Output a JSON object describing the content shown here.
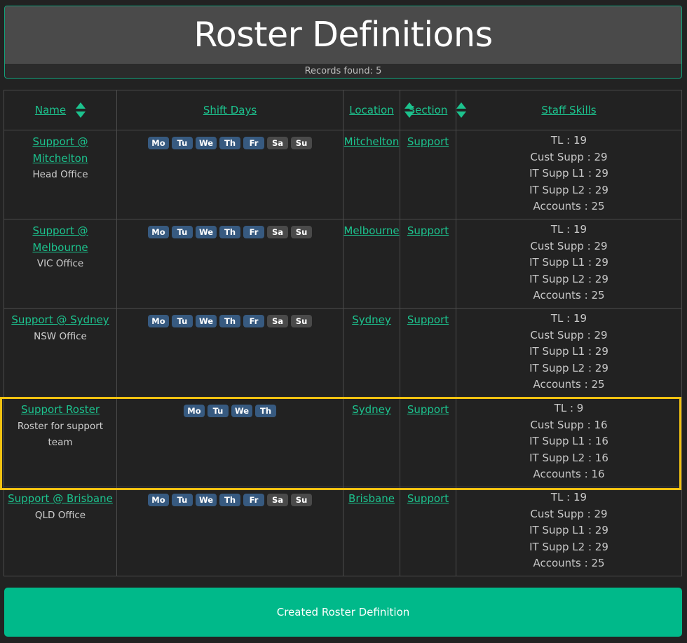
{
  "header": {
    "title": "Roster Definitions",
    "records_found": "Records found: 5"
  },
  "table": {
    "columns": {
      "name": "Name",
      "shift_days": "Shift Days",
      "location": "Location",
      "section": "Section",
      "staff_skills": "Staff Skills"
    },
    "day_labels": [
      "Mo",
      "Tu",
      "We",
      "Th",
      "Fr",
      "Sa",
      "Su"
    ],
    "rows": [
      {
        "name": "Support @ Mitchelton",
        "name_line1": "Support @",
        "name_line2": "Mitchelton",
        "description": "Head Office",
        "days": [
          "Mo",
          "Tu",
          "We",
          "Th",
          "Fr",
          "Sa",
          "Su"
        ],
        "days_on": [
          true,
          true,
          true,
          true,
          true,
          false,
          false
        ],
        "location": "Mitchelton",
        "section": "Support",
        "skills": [
          "TL : 19",
          "Cust Supp : 29",
          "IT Supp L1 : 29",
          "IT Supp L2 : 29",
          "Accounts : 25"
        ]
      },
      {
        "name": "Support @ Melbourne",
        "name_line1": "Support @",
        "name_line2": "Melbourne",
        "description": "VIC Office",
        "days": [
          "Mo",
          "Tu",
          "We",
          "Th",
          "Fr",
          "Sa",
          "Su"
        ],
        "days_on": [
          true,
          true,
          true,
          true,
          true,
          false,
          false
        ],
        "location": "Melbourne",
        "section": "Support",
        "skills": [
          "TL : 19",
          "Cust Supp : 29",
          "IT Supp L1 : 29",
          "IT Supp L2 : 29",
          "Accounts : 25"
        ]
      },
      {
        "name": "Support @ Sydney",
        "name_line1": "Support @ Sydney",
        "name_line2": "",
        "description": "NSW Office",
        "days": [
          "Mo",
          "Tu",
          "We",
          "Th",
          "Fr",
          "Sa",
          "Su"
        ],
        "days_on": [
          true,
          true,
          true,
          true,
          true,
          false,
          false
        ],
        "location": "Sydney",
        "section": "Support",
        "skills": [
          "TL : 19",
          "Cust Supp : 29",
          "IT Supp L1 : 29",
          "IT Supp L2 : 29",
          "Accounts : 25"
        ]
      },
      {
        "name": "Support Roster",
        "name_line1": "Support Roster",
        "name_line2": "",
        "description": "Roster for support team",
        "days": [
          "Mo",
          "Tu",
          "We",
          "Th"
        ],
        "days_on": [
          true,
          true,
          true,
          true
        ],
        "location": "Sydney",
        "section": "Support",
        "skills": [
          "TL : 9",
          "Cust Supp : 16",
          "IT Supp L1 : 16",
          "IT Supp L2 : 16",
          "Accounts : 16"
        ]
      },
      {
        "name": "Support @ Brisbane",
        "name_line1": "Support @ Brisbane",
        "name_line2": "",
        "description": "QLD Office",
        "days": [
          "Mo",
          "Tu",
          "We",
          "Th",
          "Fr",
          "Sa",
          "Su"
        ],
        "days_on": [
          true,
          true,
          true,
          true,
          true,
          false,
          false
        ],
        "location": "Brisbane",
        "section": "Support",
        "skills": [
          "TL : 19",
          "Cust Supp : 29",
          "IT Supp L1 : 29",
          "IT Supp L2 : 29",
          "Accounts : 25"
        ]
      }
    ]
  },
  "actions": {
    "create_label": "Created Roster Definition"
  },
  "colors": {
    "accent": "#1cc38e",
    "button": "#00b98a",
    "day_on": "#375a80",
    "day_off": "#4a4a4a",
    "highlight": "#f2c211"
  },
  "icons": {
    "sort": "sort-up-down-icon"
  }
}
